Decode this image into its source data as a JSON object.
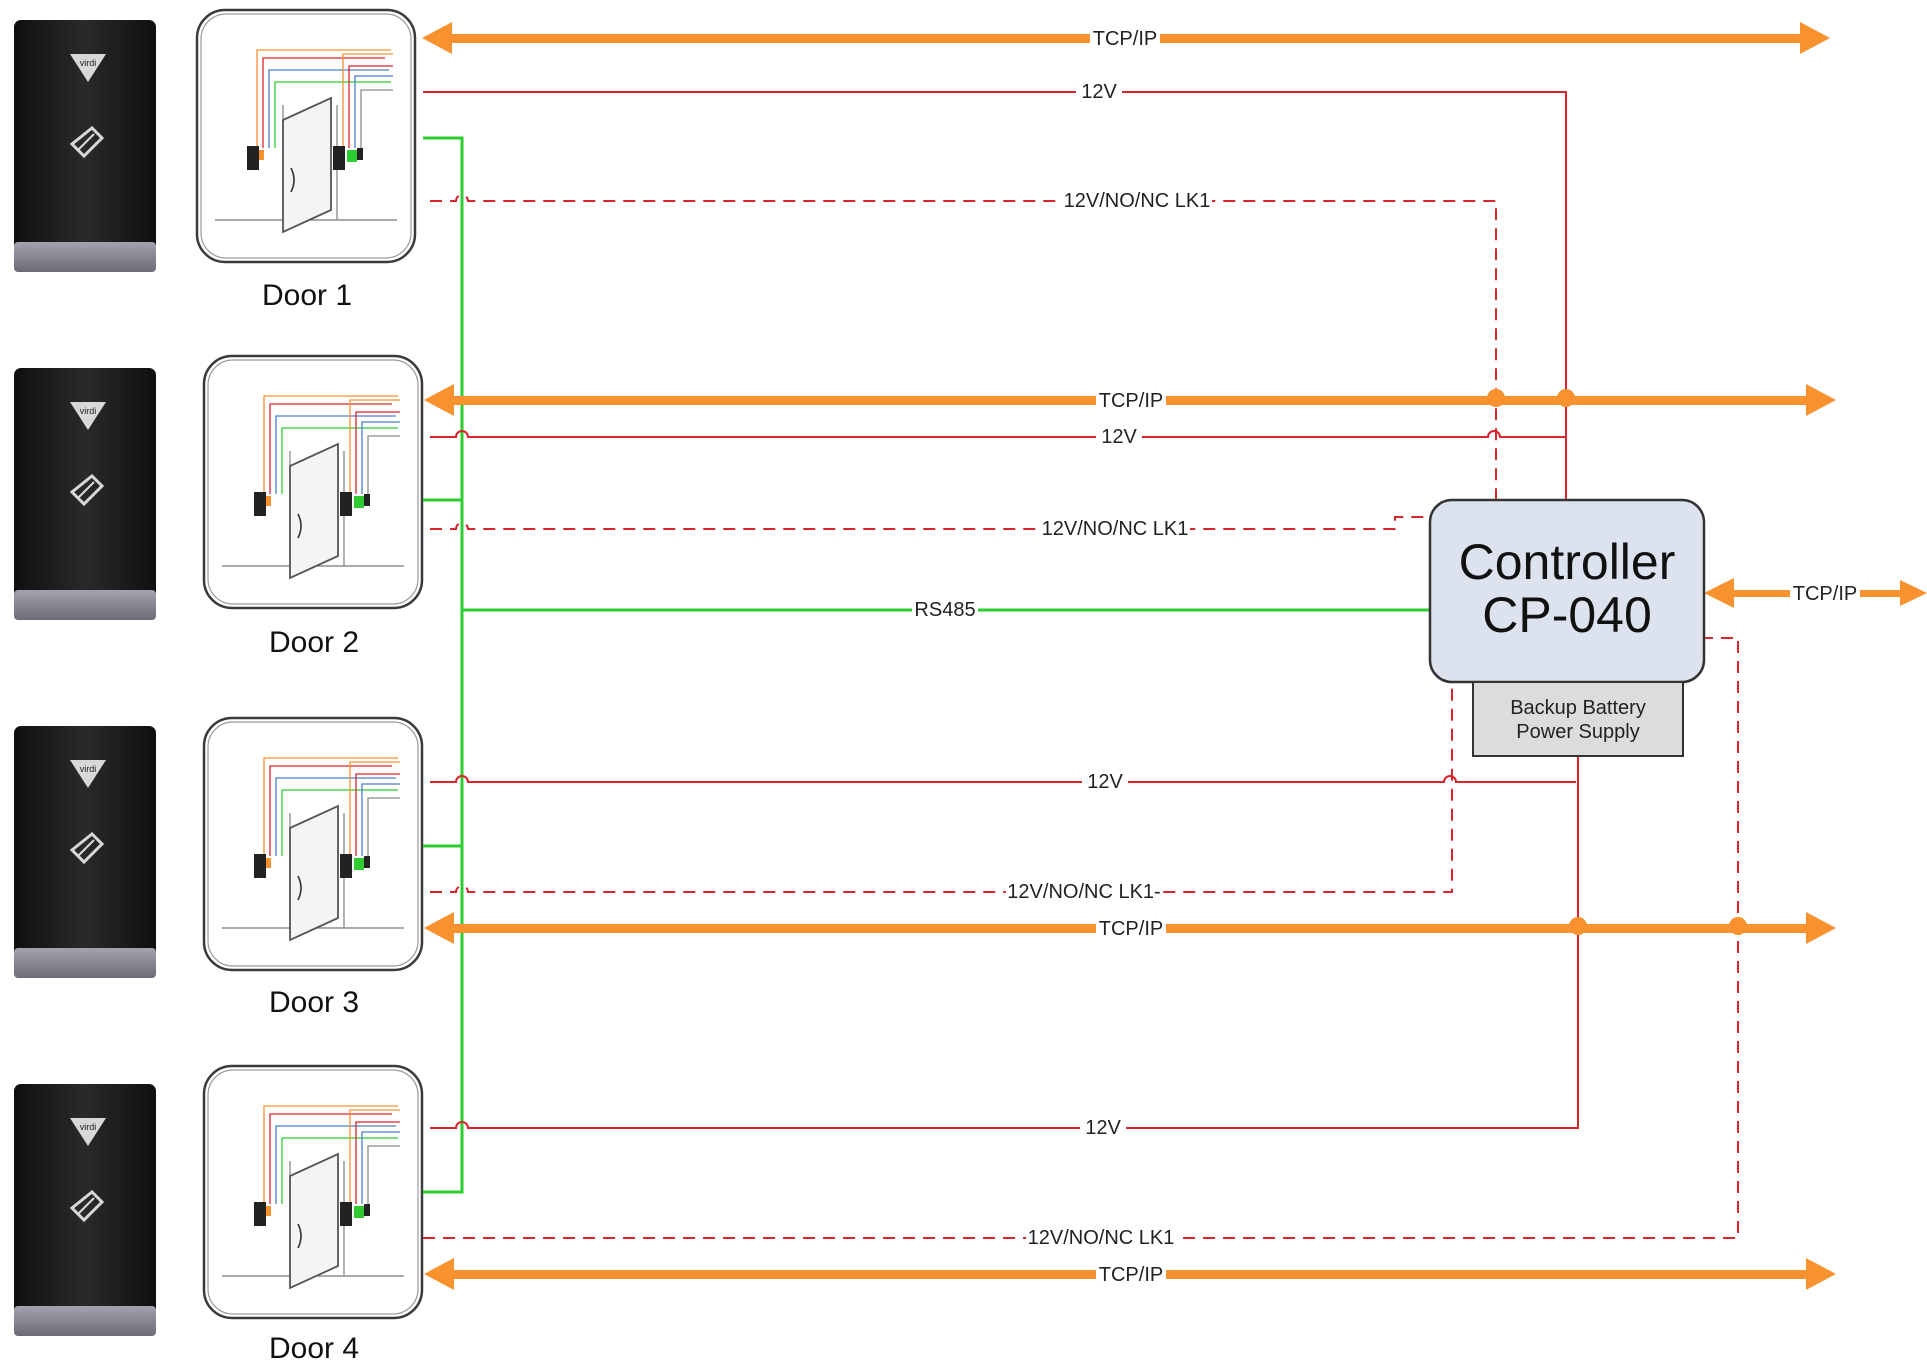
{
  "colors": {
    "tcp": "#f7922f",
    "power": "#d9262c",
    "rs485": "#2ecc30",
    "reader_body": "#1c1c1e",
    "reader_trim": "#8e8c98",
    "controller_fill": "#dde3ee",
    "battery_fill": "#dcdcdc"
  },
  "icons": [
    "card-reader-icon",
    "door-wiring-icon",
    "brand-logo-icon",
    "contactless-card-icon"
  ],
  "doors": [
    {
      "label": "Door 1"
    },
    {
      "label": "Door 2"
    },
    {
      "label": "Door 3"
    },
    {
      "label": "Door 4"
    }
  ],
  "wires": {
    "tcp_ip": "TCP/IP",
    "power_12v": "12V",
    "lock_relay": "12V/NO/NC LK1",
    "lock_relay_door3": "12V/NO/NC LK1-",
    "rs485": "RS485"
  },
  "controller": {
    "line1": "Controller",
    "line2": "CP-040"
  },
  "battery": {
    "line1": "Backup Battery",
    "line2": "Power Supply"
  }
}
